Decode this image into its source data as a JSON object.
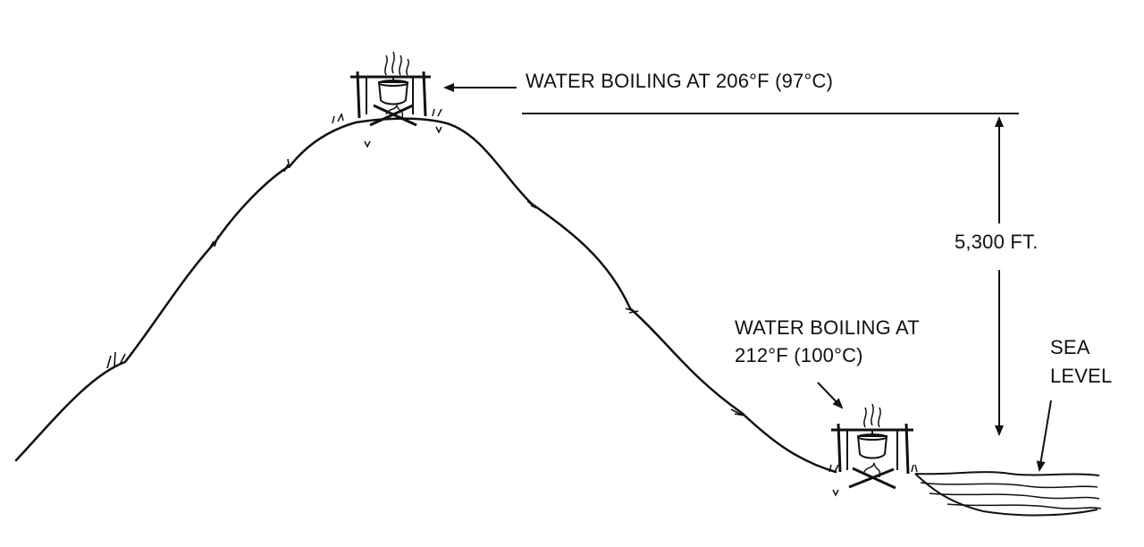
{
  "labels": {
    "summit": "WATER BOILING AT 206°F (97°C)",
    "base_line1": "WATER BOILING AT",
    "base_line2": "212°F (100°C)",
    "height": "5,300 FT.",
    "sea_line1": "SEA",
    "sea_line2": "LEVEL"
  },
  "colors": {
    "ink": "#111111",
    "background": "#ffffff"
  }
}
